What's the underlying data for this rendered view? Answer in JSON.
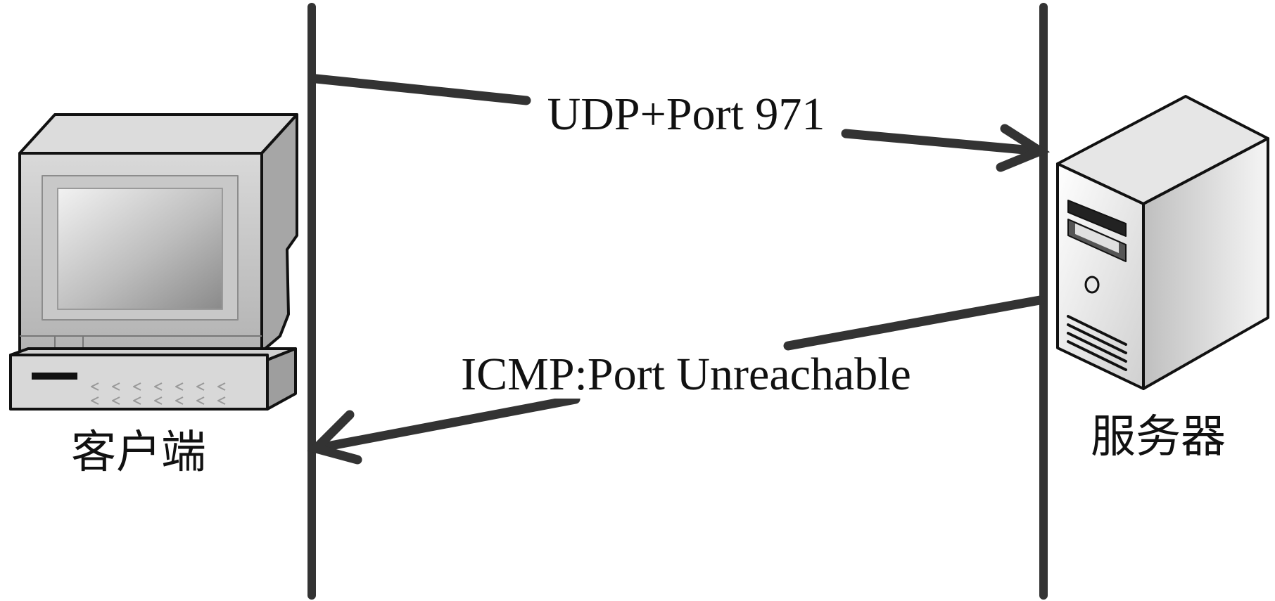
{
  "nodes": {
    "client": {
      "label": "客户端",
      "icon": "desktop-computer-icon"
    },
    "server": {
      "label": "服务器",
      "icon": "tower-server-icon"
    }
  },
  "messages": [
    {
      "from": "client",
      "to": "server",
      "label": "UDP+Port 971"
    },
    {
      "from": "server",
      "to": "client",
      "label": "ICMP:Port Unreachable"
    }
  ],
  "colors": {
    "line": "#333333",
    "text": "#111111",
    "background": "#ffffff"
  }
}
